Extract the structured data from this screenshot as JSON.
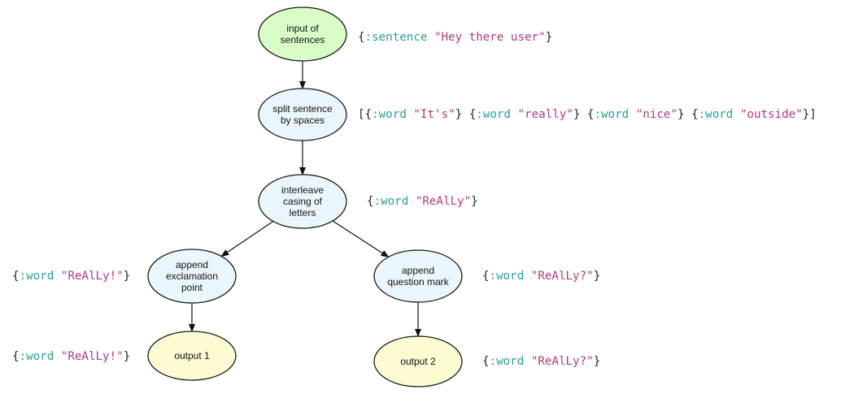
{
  "colors": {
    "input_fill": "#d9fdc6",
    "process_fill": "#e9f7fd",
    "output_fill": "#fdfbd3",
    "keyword": "#2a9d96",
    "string": "#b03a7c"
  },
  "nodes": {
    "input": {
      "lines": [
        "input of",
        "sentences"
      ]
    },
    "split": {
      "lines": [
        "split sentence",
        "by spaces"
      ]
    },
    "interleave": {
      "lines": [
        "interleave",
        "casing of",
        "letters"
      ]
    },
    "append_excl": {
      "lines": [
        "append",
        "exclamation",
        "point"
      ]
    },
    "append_q": {
      "lines": [
        "append",
        "question mark"
      ]
    },
    "output1": {
      "lines": [
        "output 1"
      ]
    },
    "output2": {
      "lines": [
        "output 2"
      ]
    }
  },
  "annotations": {
    "input": [
      {
        "t": "punc",
        "v": "{"
      },
      {
        "t": "kw",
        "v": ":sentence"
      },
      {
        "t": "punc",
        "v": " "
      },
      {
        "t": "str",
        "v": "\"Hey there user\""
      },
      {
        "t": "punc",
        "v": "}"
      }
    ],
    "split": [
      {
        "t": "punc",
        "v": "[{"
      },
      {
        "t": "kw",
        "v": ":word"
      },
      {
        "t": "punc",
        "v": " "
      },
      {
        "t": "str",
        "v": "\"It's\""
      },
      {
        "t": "punc",
        "v": "} {"
      },
      {
        "t": "kw",
        "v": ":word"
      },
      {
        "t": "punc",
        "v": " "
      },
      {
        "t": "str",
        "v": "\"really\""
      },
      {
        "t": "punc",
        "v": "} {"
      },
      {
        "t": "kw",
        "v": ":word"
      },
      {
        "t": "punc",
        "v": " "
      },
      {
        "t": "str",
        "v": "\"nice\""
      },
      {
        "t": "punc",
        "v": "} {"
      },
      {
        "t": "kw",
        "v": ":word"
      },
      {
        "t": "punc",
        "v": " "
      },
      {
        "t": "str",
        "v": "\"outside\""
      },
      {
        "t": "punc",
        "v": "}]"
      }
    ],
    "interleave": [
      {
        "t": "punc",
        "v": "{"
      },
      {
        "t": "kw",
        "v": ":word"
      },
      {
        "t": "punc",
        "v": " "
      },
      {
        "t": "str",
        "v": "\"ReAlLy\""
      },
      {
        "t": "punc",
        "v": "}"
      }
    ],
    "append_excl": [
      {
        "t": "punc",
        "v": "{"
      },
      {
        "t": "kw",
        "v": ":word"
      },
      {
        "t": "punc",
        "v": " "
      },
      {
        "t": "str",
        "v": "\"ReAlLy!\""
      },
      {
        "t": "punc",
        "v": "}"
      }
    ],
    "append_q": [
      {
        "t": "punc",
        "v": "{"
      },
      {
        "t": "kw",
        "v": ":word"
      },
      {
        "t": "punc",
        "v": " "
      },
      {
        "t": "str",
        "v": "\"ReAlLy?\""
      },
      {
        "t": "punc",
        "v": "}"
      }
    ],
    "output1": [
      {
        "t": "punc",
        "v": "{"
      },
      {
        "t": "kw",
        "v": ":word"
      },
      {
        "t": "punc",
        "v": " "
      },
      {
        "t": "str",
        "v": "\"ReAlLy!\""
      },
      {
        "t": "punc",
        "v": "}"
      }
    ],
    "output2": [
      {
        "t": "punc",
        "v": "{"
      },
      {
        "t": "kw",
        "v": ":word"
      },
      {
        "t": "punc",
        "v": " "
      },
      {
        "t": "str",
        "v": "\"ReAlLy?\""
      },
      {
        "t": "punc",
        "v": "}"
      }
    ]
  },
  "edges": [
    {
      "from": "input",
      "to": "split"
    },
    {
      "from": "split",
      "to": "interleave"
    },
    {
      "from": "interleave",
      "to": "append_excl"
    },
    {
      "from": "interleave",
      "to": "append_q"
    },
    {
      "from": "append_excl",
      "to": "output1"
    },
    {
      "from": "append_q",
      "to": "output2"
    }
  ]
}
